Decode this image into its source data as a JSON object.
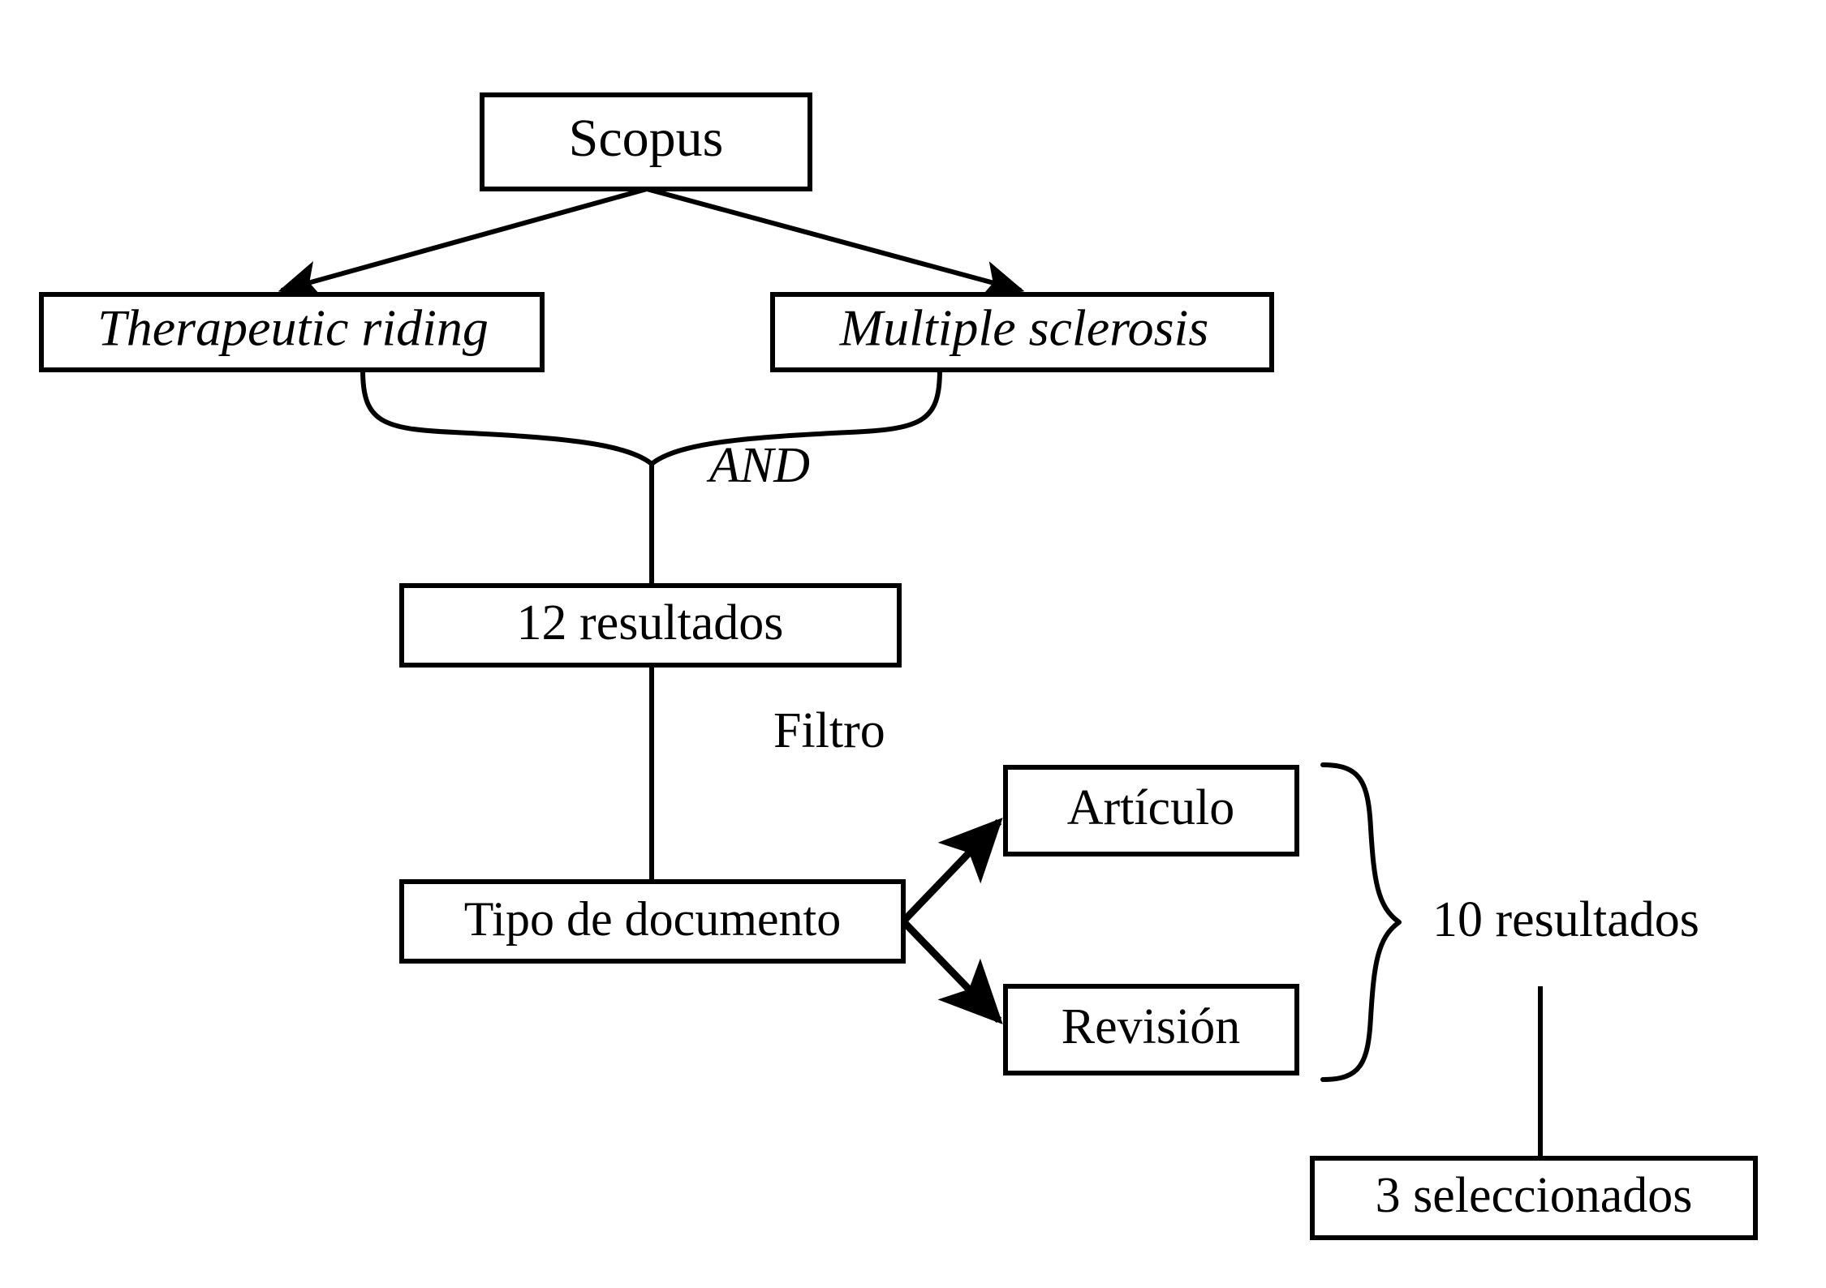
{
  "diagram": {
    "title": "Scopus search strategy flowchart",
    "stroke_color": "#000000",
    "background_color": "#ffffff",
    "nodes": {
      "source": {
        "label": "Scopus"
      },
      "term_left": {
        "label": "Therapeutic riding"
      },
      "term_right": {
        "label": "Multiple sclerosis"
      },
      "results_initial": {
        "label": "12 resultados"
      },
      "filter_node": {
        "label": "Tipo de documento"
      },
      "doc_type_article": {
        "label": "Artículo"
      },
      "doc_type_review": {
        "label": "Revisión"
      },
      "results_selected": {
        "label": "3 seleccionados"
      }
    },
    "labels": {
      "operator_and": "AND",
      "filter": "Filtro",
      "results_filtered": "10 resultados"
    }
  }
}
